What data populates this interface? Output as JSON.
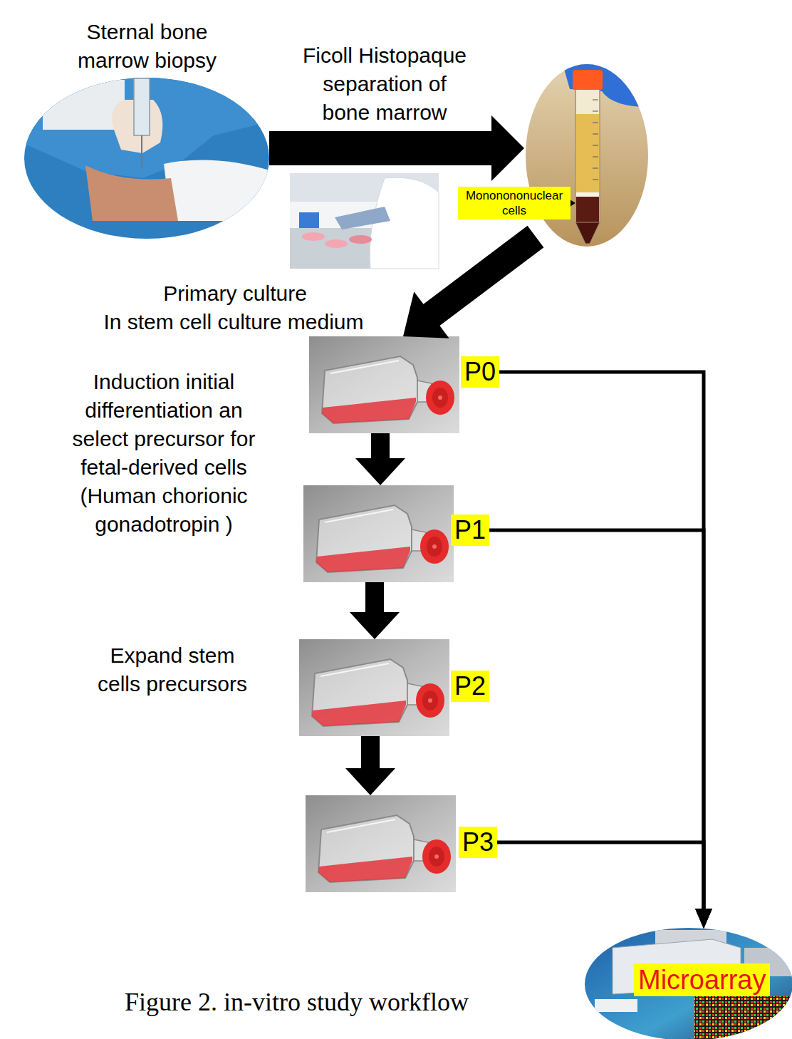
{
  "diagram": {
    "caption": "Figure 2. in-vitro study workflow",
    "nodes": [
      {
        "text": [
          "Sternal bone marrow biopsy"
        ]
      },
      {
        "text": [
          "Mononononuclear cells"
        ]
      },
      {
        "text": [
          "P0"
        ]
      },
      {
        "text": [
          "P1"
        ]
      },
      {
        "text": [
          "P2"
        ]
      },
      {
        "text": [
          "P3"
        ]
      },
      {
        "text": [
          "Microarray"
        ]
      }
    ],
    "edges": [
      {
        "from": 0,
        "to": 1,
        "arrow": "to",
        "label": "Ficoll Histopaque separation of bone marrow"
      },
      {
        "from": 1,
        "to": 2,
        "arrow": "to"
      },
      {
        "from": 2,
        "to": 3,
        "arrow": "to"
      },
      {
        "from": 3,
        "to": 4,
        "arrow": "to"
      },
      {
        "from": 4,
        "to": 5,
        "arrow": "to"
      },
      {
        "from": 2,
        "to": 6,
        "arrow": "to"
      },
      {
        "from": 3,
        "to": 6,
        "arrow": "to"
      },
      {
        "from": 5,
        "to": 6,
        "arrow": "to"
      }
    ],
    "labels": [
      "Primary culture",
      "In stem cell culture medium",
      "Induction initial differentiation an select precursor for fetal-derived cells (Human chorionic gonadotropin )",
      "Expand stem cells precursors"
    ]
  }
}
